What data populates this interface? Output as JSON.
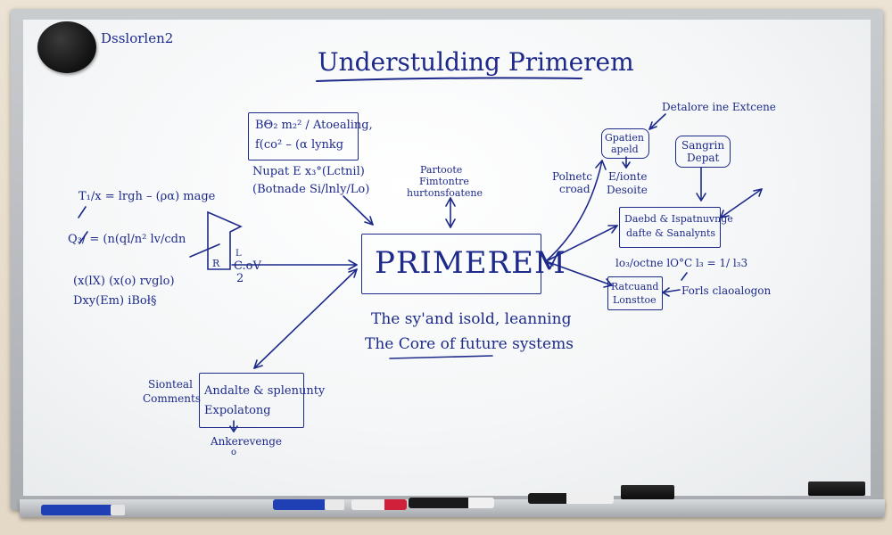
{
  "board": {
    "corner_note": "Dsslorlen2",
    "title": "Understulding Primerem",
    "center": "PRIMEREM",
    "tagline_1": "The sy'and isold, leanning",
    "tagline_2": "The Core of future systems"
  },
  "notes": {
    "top_box_1": "BΘ₂ m₂² / Atoealing,",
    "top_box_2": "f(co²  – (α lynkg",
    "under_box_1": "Nupat E x₃°(Lctnil)",
    "under_box_2": "(Botnade Si/lnly/Lo)",
    "above_center_1": "Partoote",
    "above_center_2": "Fimtontre",
    "above_center_3": "hurtonsfoatene",
    "left_eq_1": "T₁/x = lrgh – (ρα) mage",
    "left_eq_2": "Q₃/ = (n(ql/n² lv/cdn",
    "left_eq_3": "(x(lX) (x(o) rvglo)",
    "left_eq_4": "Dxy(Em) iBoł§",
    "cov_1": "C.oV",
    "cov_2": "2",
    "bracket_r": "R",
    "bracket_l": "L",
    "left_bottom_1": "Sionteal",
    "left_bottom_2": "Comments",
    "bottom_box_1": "Andalte & splenunty",
    "bottom_box_2": "Expolatong",
    "bottom_below": "Ankerevenge",
    "bottom_below_2": "o",
    "right_top": "Detalore ine Extcene",
    "right_box_1a": "Gpatien",
    "right_box_1b": "apeld",
    "right_box_2a": "Sangrin",
    "right_box_2b": "Depat",
    "polnetc_1": "Polnetc",
    "polnetc_2": "croad",
    "lionte_1": "E/ionte",
    "lionte_2": "Desoite",
    "right_mid_1": "Daebd & Ispatnuvnge",
    "right_mid_2": "dafte & Sanalynts",
    "right_eq": "lo₃/octne lO°C  l₃ = 1/ l₃3",
    "right_box_3a": "Ratcuand",
    "right_box_3b": "Lonsttoe",
    "right_bottom": "Forls claoalogon"
  },
  "colors": {
    "ink": "#1d2a8a",
    "board": "#f4f6f7",
    "frame": "#b8bcc0",
    "marker_blue": "#1f3fb5",
    "marker_red": "#d0213a",
    "marker_black": "#1a1a1a"
  }
}
